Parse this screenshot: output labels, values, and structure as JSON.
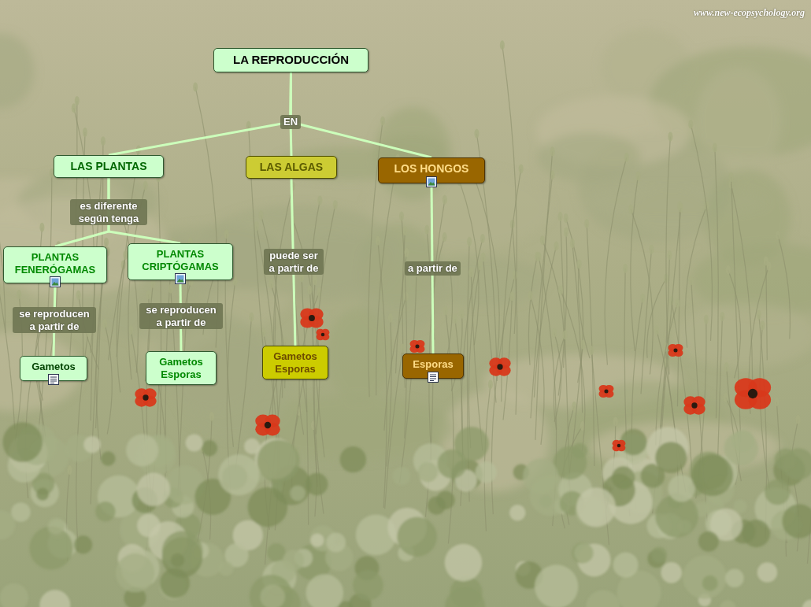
{
  "diagram": {
    "nodes": [
      {
        "text": [
          "LA REPRODUCCIÓN"
        ]
      },
      {
        "text": [
          "LAS PLANTAS"
        ]
      },
      {
        "text": [
          "LAS ALGAS"
        ]
      },
      {
        "text": [
          "LOS HONGOS"
        ]
      },
      {
        "text": [
          "PLANTAS FENERÓGAMAS"
        ]
      },
      {
        "text": [
          "PLANTAS CRIPTÓGAMAS"
        ]
      },
      {
        "text": [
          "Gametos"
        ]
      },
      {
        "text": [
          "Gametos Esporas"
        ]
      },
      {
        "text": [
          "Gametos Esporas"
        ]
      },
      {
        "text": [
          "Esporas"
        ]
      }
    ],
    "edges": [
      {
        "from": 0,
        "to": 1,
        "arrow": "none"
      },
      {
        "from": 0,
        "to": 2,
        "label": "EN",
        "arrow": "none"
      },
      {
        "from": 0,
        "to": 3,
        "arrow": "none"
      },
      {
        "from": 1,
        "to": 4,
        "label": "es diferente según tenga",
        "arrow": "none"
      },
      {
        "from": 1,
        "to": 5,
        "arrow": "none"
      },
      {
        "from": 4,
        "to": 6,
        "label": "se reproducen a partir de",
        "arrow": "none"
      },
      {
        "from": 5,
        "to": 7,
        "label": "se reproducen a partir de",
        "arrow": "none"
      },
      {
        "from": 2,
        "to": 8,
        "label": "puede ser a partir de",
        "arrow": "none"
      },
      {
        "from": 3,
        "to": 9,
        "label": "a partir de",
        "arrow": "none"
      }
    ],
    "labels": [
      "www.new-ecopsychology.org"
    ]
  }
}
